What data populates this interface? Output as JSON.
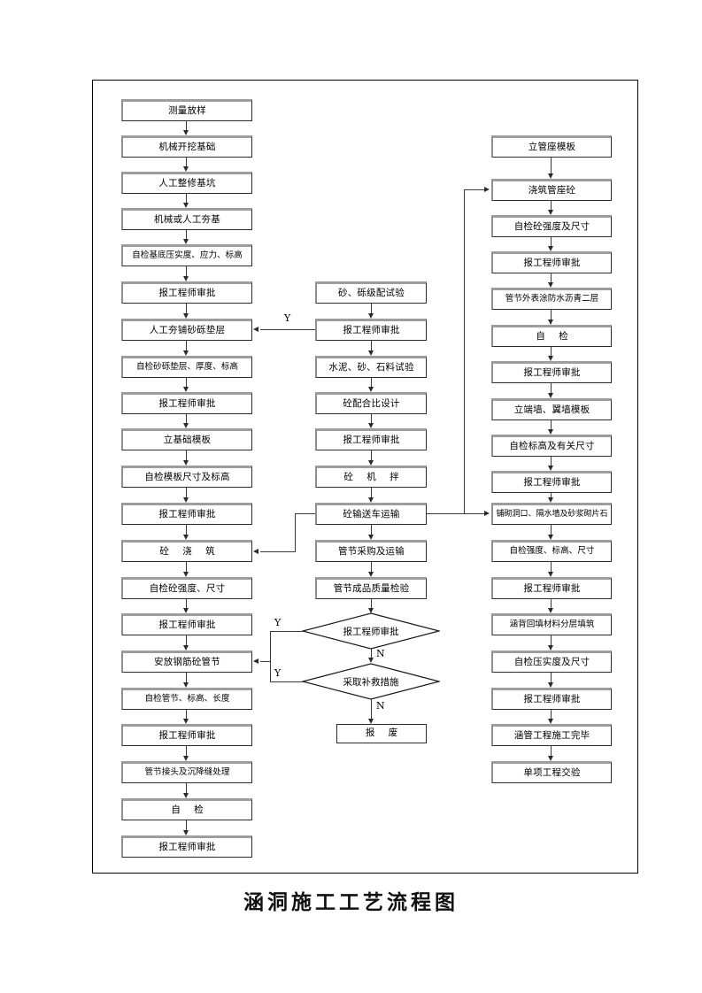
{
  "title": "涵洞施工工艺流程图",
  "diagram": {
    "type": "flowchart",
    "orientation": "top-to-bottom",
    "columns": [
      {
        "id": "left",
        "name": "foundation-and-pipe-placement",
        "nodes": [
          {
            "id": "L1",
            "label": "测量放样",
            "shape": "process"
          },
          {
            "id": "L2",
            "label": "机械开挖基础",
            "shape": "process"
          },
          {
            "id": "L3",
            "label": "人工整修基坑",
            "shape": "process"
          },
          {
            "id": "L4",
            "label": "机械或人工夯基",
            "shape": "process"
          },
          {
            "id": "L5",
            "label": "自检基底压实度、应力、标高",
            "shape": "process"
          },
          {
            "id": "L6",
            "label": "报工程师审批",
            "shape": "process"
          },
          {
            "id": "L7",
            "label": "人工夯铺砂砾垫层",
            "shape": "process"
          },
          {
            "id": "L8",
            "label": "自检砂砾垫层、厚度、标高",
            "shape": "process"
          },
          {
            "id": "L9",
            "label": "报工程师审批",
            "shape": "process"
          },
          {
            "id": "L10",
            "label": "立基础模板",
            "shape": "process"
          },
          {
            "id": "L11",
            "label": "自检模板尺寸及标高",
            "shape": "process"
          },
          {
            "id": "L12",
            "label": "报工程师审批",
            "shape": "process"
          },
          {
            "id": "L13",
            "label": "砼 浇 筑",
            "shape": "process"
          },
          {
            "id": "L14",
            "label": "自检砼强度、尺寸",
            "shape": "process"
          },
          {
            "id": "L15",
            "label": "报工程师审批",
            "shape": "process"
          },
          {
            "id": "L16",
            "label": "安放钢筋砼管节",
            "shape": "process"
          },
          {
            "id": "L17",
            "label": "自检管节、标高、长度",
            "shape": "process"
          },
          {
            "id": "L18",
            "label": "报工程师审批",
            "shape": "process"
          },
          {
            "id": "L19",
            "label": "管节接头及沉降缝处理",
            "shape": "process"
          },
          {
            "id": "L20",
            "label": "自 检",
            "shape": "process"
          },
          {
            "id": "L21",
            "label": "报工程师审批",
            "shape": "process"
          }
        ]
      },
      {
        "id": "middle",
        "name": "materials-concrete-and-pipe-supply",
        "nodes": [
          {
            "id": "M1",
            "label": "砂、砾级配试验",
            "shape": "process"
          },
          {
            "id": "M2",
            "label": "报工程师审批",
            "shape": "process"
          },
          {
            "id": "M3",
            "label": "水泥、砂、石料试验",
            "shape": "process"
          },
          {
            "id": "M4",
            "label": "砼配合比设计",
            "shape": "process"
          },
          {
            "id": "M5",
            "label": "报工程师审批",
            "shape": "process"
          },
          {
            "id": "M6",
            "label": "砼 机 拌",
            "shape": "process"
          },
          {
            "id": "M7",
            "label": "砼输送车运输",
            "shape": "process"
          },
          {
            "id": "M8",
            "label": "管节采购及运输",
            "shape": "process"
          },
          {
            "id": "M9",
            "label": "管节成品质量检验",
            "shape": "process"
          },
          {
            "id": "M10",
            "label": "报工程师审批",
            "shape": "decision"
          },
          {
            "id": "M11",
            "label": "采取补救措施",
            "shape": "decision"
          },
          {
            "id": "M12",
            "label": "报 废",
            "shape": "process"
          }
        ]
      },
      {
        "id": "right",
        "name": "pipe-base-walls-and-backfill",
        "nodes": [
          {
            "id": "R1",
            "label": "立管座模板",
            "shape": "process"
          },
          {
            "id": "R2",
            "label": "浇筑管座砼",
            "shape": "process"
          },
          {
            "id": "R3",
            "label": "自检砼强度及尺寸",
            "shape": "process"
          },
          {
            "id": "R4",
            "label": "报工程师审批",
            "shape": "process"
          },
          {
            "id": "R5",
            "label": "管节外表涂防水沥青二层",
            "shape": "process"
          },
          {
            "id": "R6",
            "label": "自 检",
            "shape": "process"
          },
          {
            "id": "R7",
            "label": "报工程师审批",
            "shape": "process"
          },
          {
            "id": "R8",
            "label": "立端墙、翼墙模板",
            "shape": "process"
          },
          {
            "id": "R9",
            "label": "自检标高及有关尺寸",
            "shape": "process"
          },
          {
            "id": "R10",
            "label": "报工程师审批",
            "shape": "process"
          },
          {
            "id": "R11",
            "label": "铺砌洞口、隔水墙及砂浆砌片石",
            "shape": "process"
          },
          {
            "id": "R12",
            "label": "自检强度、标高、尺寸",
            "shape": "process"
          },
          {
            "id": "R13",
            "label": "报工程师审批",
            "shape": "process"
          },
          {
            "id": "R14",
            "label": "涵背回填材料分层填筑",
            "shape": "process"
          },
          {
            "id": "R15",
            "label": "自检压实度及尺寸",
            "shape": "process"
          },
          {
            "id": "R16",
            "label": "报工程师审批",
            "shape": "process"
          },
          {
            "id": "R17",
            "label": "涵管工程施工完毕",
            "shape": "process"
          },
          {
            "id": "R18",
            "label": "单项工程交验",
            "shape": "process"
          }
        ]
      }
    ],
    "edge_labels": {
      "y_sand_approve": "Y",
      "y_pipe_approve": "Y",
      "y_remedy": "Y",
      "n_pipe_approve": "N",
      "n_remedy": "N"
    },
    "colors": {
      "box_border": "#2b2b2b",
      "box_top_shadow": "#9d9d9d",
      "line": "#3a3a3a",
      "background": "#ffffff",
      "text": "#000000"
    }
  }
}
